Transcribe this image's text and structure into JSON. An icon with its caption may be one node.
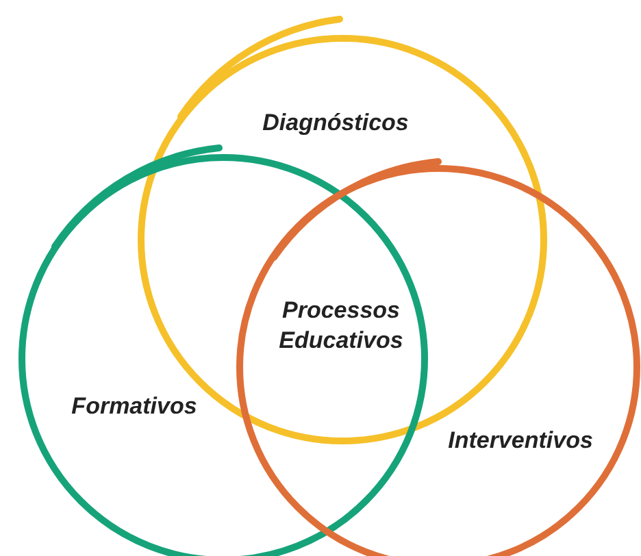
{
  "diagram": {
    "nodes": [
      {
        "text": [
          "Diagnósticos"
        ]
      },
      {
        "text": [
          "Formativos"
        ]
      },
      {
        "text": [
          "Interventivos"
        ]
      }
    ],
    "labels": [
      "Processos Educativos"
    ]
  }
}
